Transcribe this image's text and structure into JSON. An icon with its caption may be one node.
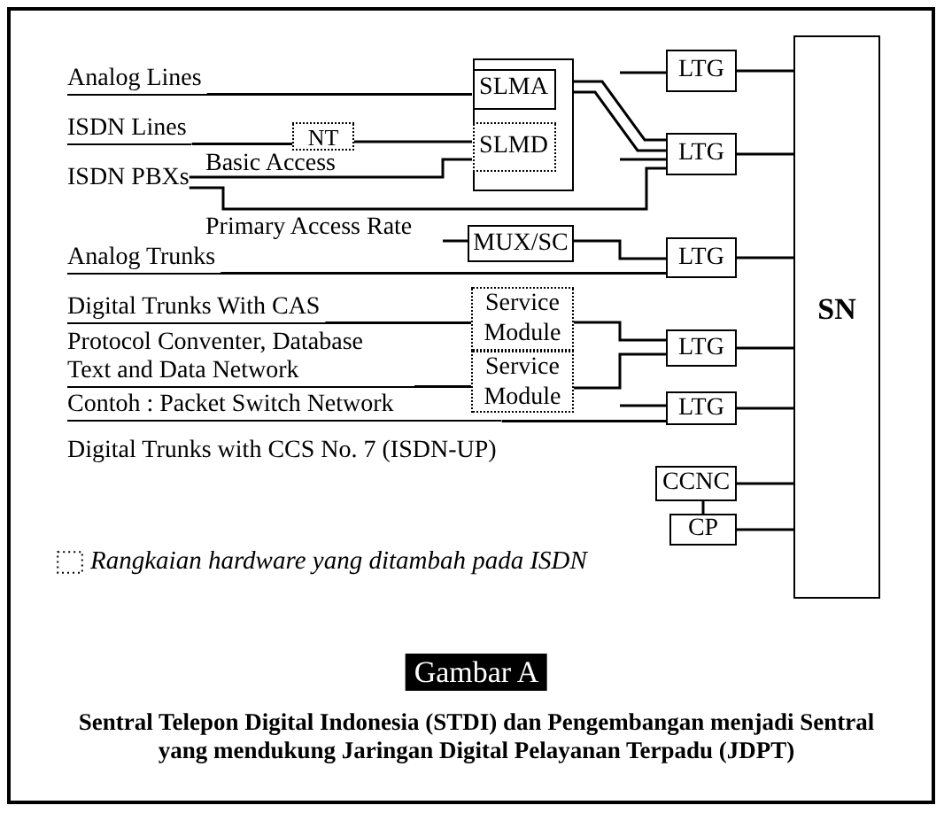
{
  "diagram": {
    "title": "Gambar A",
    "caption": "Sentral Telepon Digital Indonesia (STDI) dan Pengembangan menjadi Sentral yang mendukung Jaringan Digital Pelayanan Terpadu (JDPT)",
    "nodes": [
      {
        "text": [
          "Analog Lines"
        ]
      },
      {
        "text": [
          "ISDN Lines"
        ]
      },
      {
        "text": [
          "ISDN PBXs"
        ]
      },
      {
        "text": [
          "Analog Trunks"
        ]
      },
      {
        "text": [
          "Digital Trunks With CAS"
        ]
      },
      {
        "text": [
          "Protocol Conventer, Database Text and Data Network"
        ],
        "beside": [
          "Contoh : Packet Switch Network"
        ]
      },
      {
        "text": [
          "Digital Trunks with CCS No. 7 (ISDN-UP)"
        ]
      },
      {
        "text": [
          "NT"
        ]
      },
      {
        "text": [],
        "shape": "box"
      },
      {
        "text": [
          "SLMA"
        ],
        "in": 8
      },
      {
        "text": [
          "SLMD"
        ],
        "in": 8
      },
      {
        "text": [
          "MUX/SC"
        ]
      },
      {
        "text": [
          "Service Module"
        ]
      },
      {
        "text": [
          "Service Module"
        ]
      },
      {
        "text": [
          "CCNC"
        ]
      },
      {
        "text": [
          "CP"
        ]
      },
      {
        "text": [
          "LTG"
        ]
      },
      {
        "text": [
          "LTG"
        ]
      },
      {
        "text": [
          "LTG"
        ]
      },
      {
        "text": [
          "LTG"
        ]
      },
      {
        "text": [
          "LTG"
        ]
      },
      {
        "text": [
          "SN"
        ]
      }
    ],
    "edges": [
      {
        "from": 0,
        "to": 9,
        "arrow": "none"
      },
      {
        "from": 1,
        "to": 7,
        "arrow": "none"
      },
      {
        "from": 7,
        "to": 10,
        "arrow": "none"
      },
      {
        "from": 2,
        "to": 10,
        "arrow": "none",
        "label": "Basic Access"
      },
      {
        "from": 2,
        "to": 17,
        "arrow": "none",
        "label": "Primary Access Rate"
      },
      {
        "from": 8,
        "to": 17,
        "arrow": "none"
      },
      {
        "from": 8,
        "to": 17,
        "arrow": "none"
      },
      {
        "from": null,
        "to": 16,
        "arrow": "none"
      },
      {
        "from": null,
        "to": 17,
        "arrow": "none"
      },
      {
        "from": null,
        "to": 11,
        "arrow": "none"
      },
      {
        "from": 11,
        "to": 18,
        "arrow": "none"
      },
      {
        "from": 3,
        "to": 18,
        "arrow": "none"
      },
      {
        "from": 4,
        "to": 12,
        "arrow": "none"
      },
      {
        "from": 5,
        "to": 13,
        "arrow": "none"
      },
      {
        "from": 12,
        "to": 19,
        "arrow": "none"
      },
      {
        "from": 13,
        "to": 19,
        "arrow": "none"
      },
      {
        "from": null,
        "to": 20,
        "arrow": "none"
      },
      {
        "from": 6,
        "to": 20,
        "arrow": "none"
      },
      {
        "from": 16,
        "to": 21,
        "arrow": "none"
      },
      {
        "from": 17,
        "to": 21,
        "arrow": "none"
      },
      {
        "from": 18,
        "to": 21,
        "arrow": "none"
      },
      {
        "from": 19,
        "to": 21,
        "arrow": "none"
      },
      {
        "from": 20,
        "to": 21,
        "arrow": "none"
      },
      {
        "from": 14,
        "to": 21,
        "arrow": "none"
      },
      {
        "from": 15,
        "to": 21,
        "arrow": "none"
      },
      {
        "from": 14,
        "to": 15,
        "arrow": "none"
      }
    ],
    "legend": [
      {
        "text": "Rangkaian hardware yang ditambah pada ISDN"
      }
    ]
  }
}
